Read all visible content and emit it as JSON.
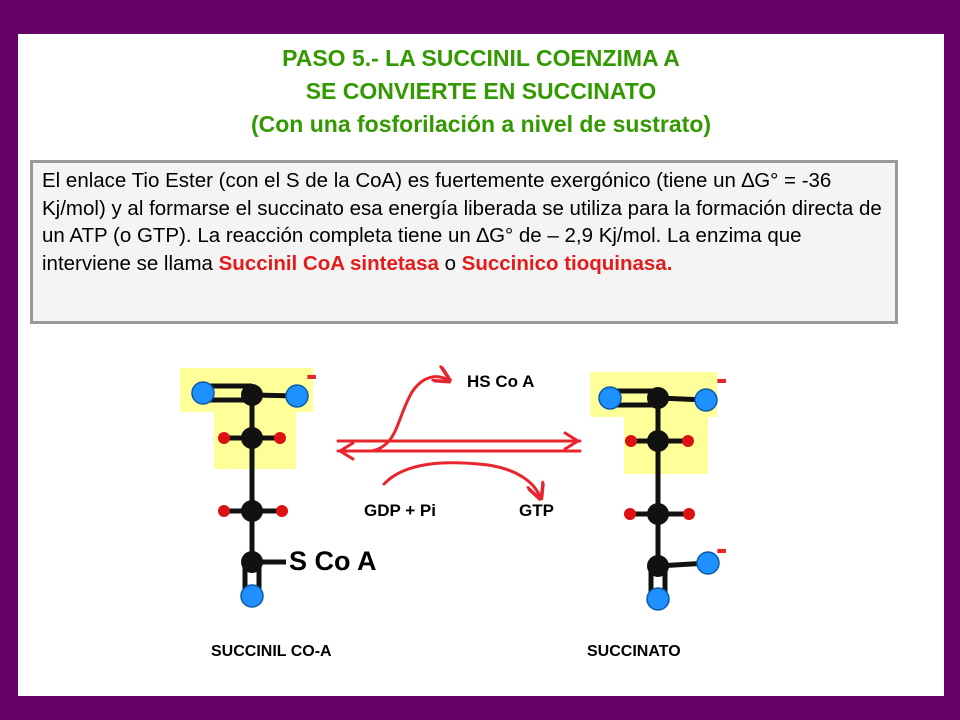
{
  "title": {
    "line1": "PASO 5.-  LA SUCCINIL COENZIMA A",
    "line2": "SE CONVIERTE EN SUCCINATO",
    "line3": "(Con una fosforilación a nivel de sustrato)"
  },
  "description": {
    "part1": "El enlace Tio Ester (con el S de la CoA) es fuertemente exergónico (tiene un ∆G° = -36 Kj/mol) y al formarse el succinato esa energía liberada se utiliza para la formación directa de un ATP (o GTP).  La reacción completa tiene un ∆G° de – 2,9 Kj/mol.  La enzima que interviene se llama ",
    "enzyme1": "Succinil CoA sintetasa",
    "connector": " o ",
    "enzyme2": "Succinico tioquinasa."
  },
  "diagram": {
    "left_group": "S Co A",
    "left_charge": "-",
    "right_charge_top": "-",
    "right_charge_bottom": "-",
    "hscoa_label": "HS Co A",
    "gdp_label": "GDP  +  Pi",
    "gtp_label": "GTP",
    "left_name": "SUCCINIL CO-A",
    "right_name": "SUCCINATO"
  },
  "colors": {
    "background": "#660066",
    "title": "#339900",
    "highlight": "#ff2222",
    "carbon": "#111111",
    "oxygen": "#1e90ff",
    "hydrogen": "#dd1111",
    "yellow_highlight": "#ffff99"
  }
}
